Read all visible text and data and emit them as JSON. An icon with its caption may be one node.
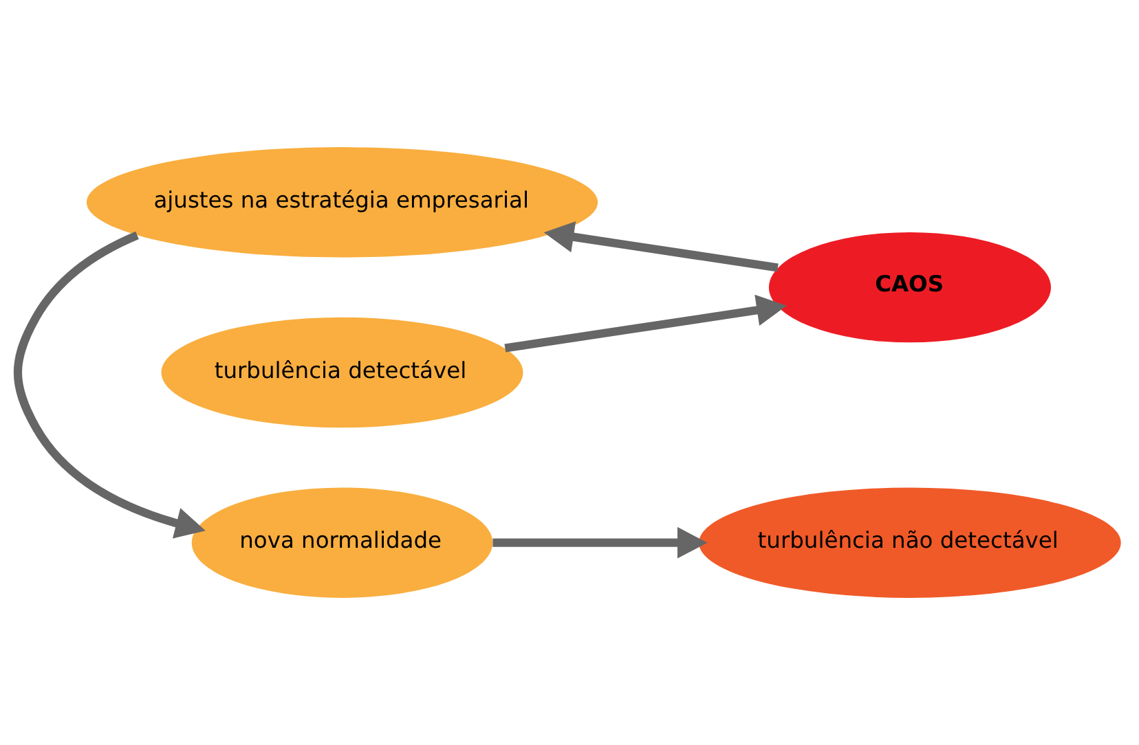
{
  "diagram": {
    "nodes": [
      {
        "text": [
          "nova normalidade"
        ]
      },
      {
        "text": [
          "turbulência não detectável"
        ]
      },
      {
        "text": [
          "turbulência detectável"
        ]
      },
      {
        "text": [
          "CAOS"
        ]
      },
      {
        "text": [
          "ajustes na estratégia empresarial"
        ]
      }
    ],
    "edges": [
      {
        "from": 0,
        "to": 1,
        "arrow": "to"
      },
      {
        "from": 2,
        "to": 3,
        "arrow": "to"
      },
      {
        "from": 3,
        "to": 4,
        "arrow": "to"
      },
      {
        "from": 4,
        "to": 0,
        "arrow": "to"
      }
    ]
  }
}
